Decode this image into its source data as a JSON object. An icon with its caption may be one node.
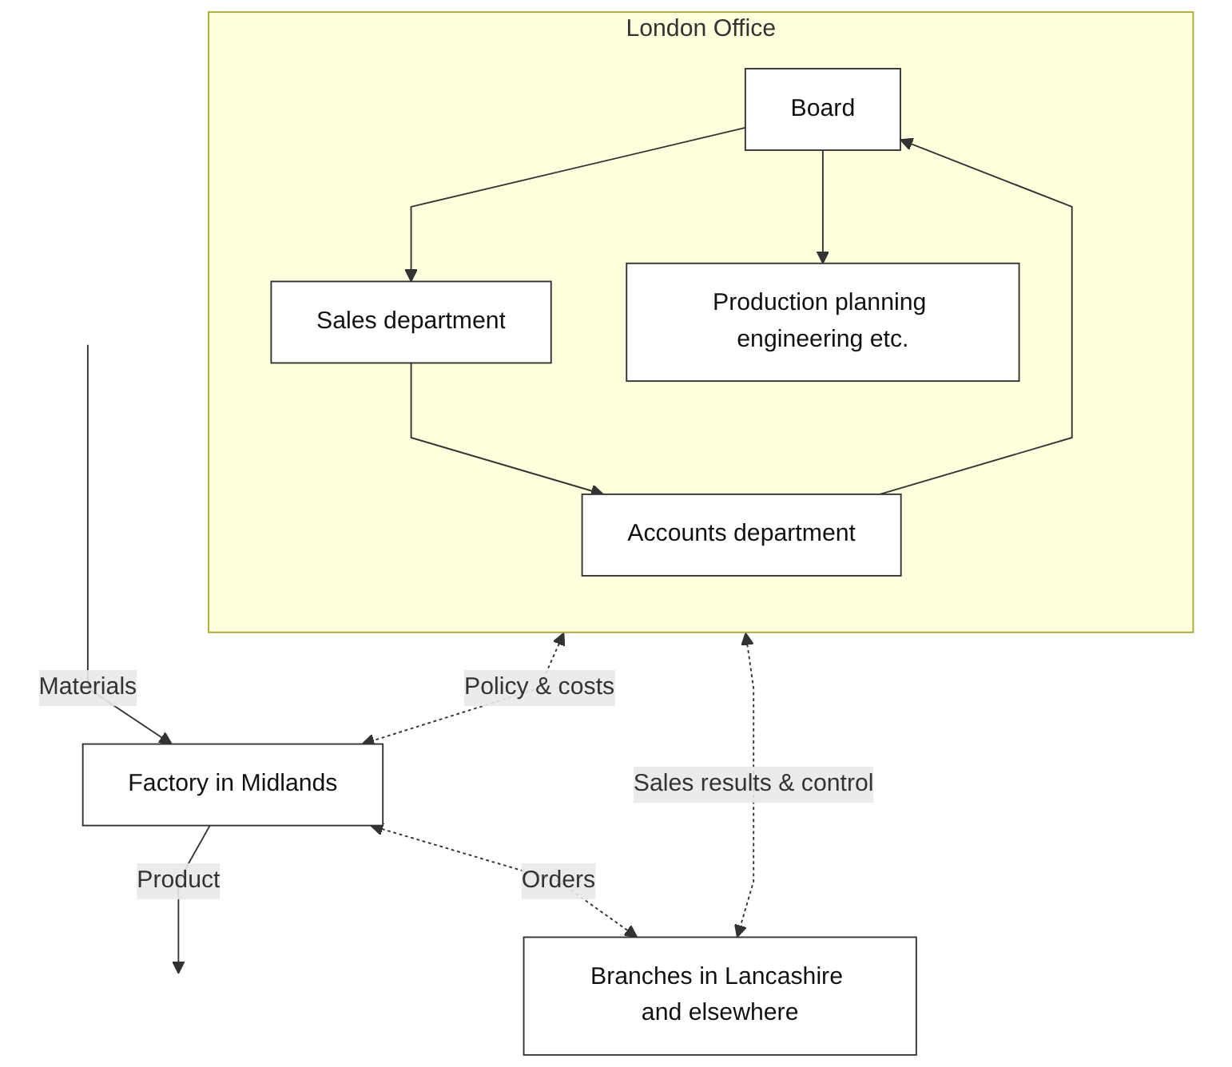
{
  "diagram": {
    "nodes": [
      {
        "text": [
          "London Office"
        ]
      },
      {
        "text": [
          "Board"
        ],
        "in": 0
      },
      {
        "text": [
          "Accounts department"
        ],
        "in": 0
      },
      {
        "text": [
          "Sales department"
        ],
        "in": 0
      },
      {
        "text": [
          "Production planning engineering etc."
        ],
        "in": 0
      },
      {
        "text": [
          "Factory in Midlands"
        ]
      },
      {
        "text": [
          "Branches in Lancashire and elsewhere"
        ]
      }
    ],
    "edges": [
      {
        "from": 2,
        "to": 1,
        "arrow": "to"
      },
      {
        "from": 1,
        "to": 3,
        "arrow": "to"
      },
      {
        "from": 1,
        "to": 4,
        "arrow": "to"
      },
      {
        "from": 3,
        "to": 2,
        "arrow": "to"
      },
      {
        "from": 0,
        "to": 5,
        "arrow": "both",
        "label": "Policy & costs",
        "style": "dashed"
      },
      {
        "from": 0,
        "to": 6,
        "arrow": "both",
        "label": "Sales results & control",
        "style": "dashed"
      },
      {
        "from": null,
        "to": 5,
        "arrow": "to",
        "label": "Materials"
      },
      {
        "from": 5,
        "to": null,
        "arrow": "to",
        "label": "Product"
      },
      {
        "from": 5,
        "to": 6,
        "arrow": "both",
        "label": "Orders",
        "style": "dashed"
      }
    ]
  }
}
